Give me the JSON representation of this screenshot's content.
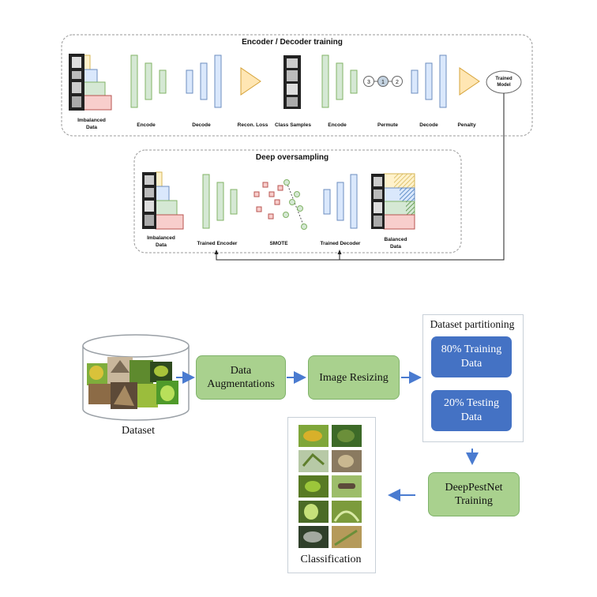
{
  "top": {
    "encdec_title": "Encoder / Decoder training",
    "deep_title": "Deep oversampling",
    "labels": {
      "imbalanced_1": "Imbalanced",
      "data_1": "Data",
      "encode_1": "Encode",
      "decode_1": "Decode",
      "recon_loss": "Recon. Loss",
      "class_samples": "Class Samples",
      "encode_2": "Encode",
      "permute": "Permute",
      "decode_2": "Decode",
      "penalty": "Penalty",
      "trained": "Trained",
      "model": "Model",
      "imbalanced_2": "Imbalanced",
      "data_2": "Data",
      "trained_encoder": "Trained Encoder",
      "smote": "SMOTE",
      "trained_decoder": "Trained Decoder",
      "balanced": "Balanced",
      "data_3": "Data"
    },
    "permute_nodes": [
      "3",
      "1",
      "2"
    ]
  },
  "bottom": {
    "dataset_label": "Dataset",
    "data_aug_line1": "Data",
    "data_aug_line2": "Augmentations",
    "image_resizing": "Image Resizing",
    "partition_title": "Dataset partitioning",
    "training_line1": "80% Training",
    "training_line2": "Data",
    "testing_line1": "20% Testing",
    "testing_line2": "Data",
    "deeppestnet_line1": "DeepPestNet",
    "deeppestnet_line2": "Training",
    "classification": "Classification"
  },
  "colors": {
    "green_block": "#d5e8d4",
    "green_border": "#82b366",
    "blue_block": "#dae8fc",
    "blue_border": "#6c8ebf",
    "triangle_fill": "#ffe6b3",
    "triangle_border": "#d6a33a",
    "red_block": "#f8cecc",
    "red_border": "#b85450",
    "yellow_block": "#fff2cc",
    "yellow_border": "#d6b656",
    "arrow_blue": "#4a7bd0",
    "process_green": "#a9d18e",
    "partition_blue": "#4472c4"
  }
}
